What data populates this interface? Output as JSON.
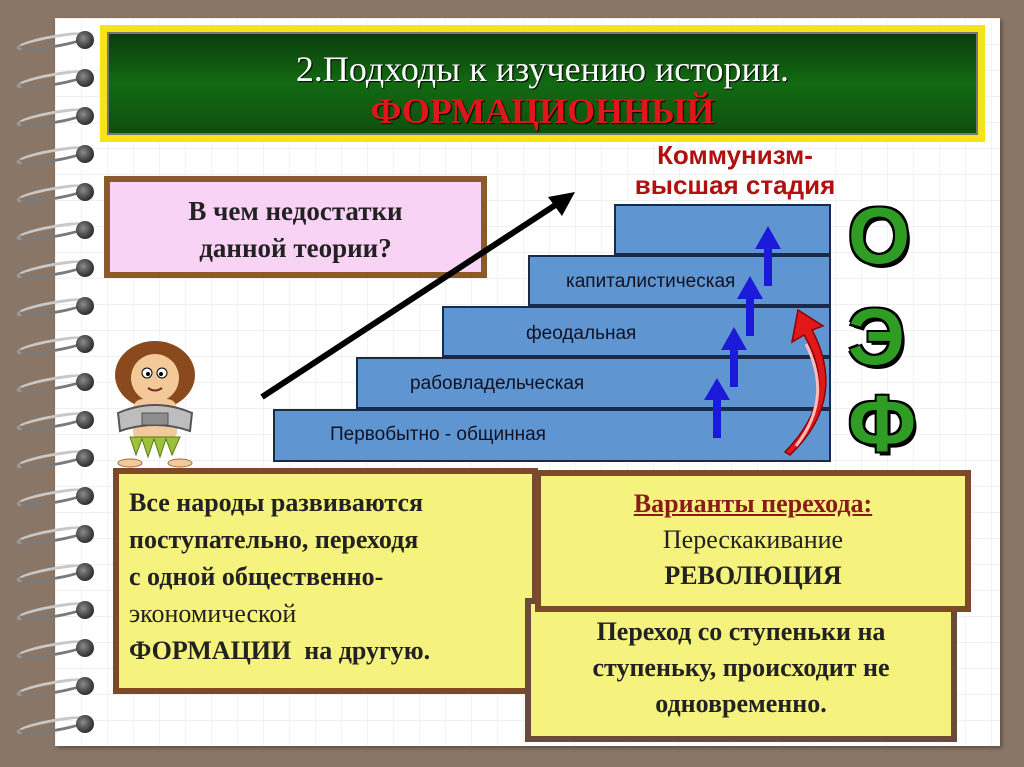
{
  "title": {
    "line1": "2.Подходы к изучению истории.",
    "line2": "ФОРМАЦИОННЫЙ"
  },
  "communism_label": {
    "line1": "Коммунизм-",
    "line2": "высшая стадия"
  },
  "question": {
    "line1": "В чем недостатки",
    "line2": "данной теории?"
  },
  "stairs": [
    {
      "label": "Первобытно - общинная"
    },
    {
      "label": "рабовладельческая"
    },
    {
      "label": "феодальная"
    },
    {
      "label": "капиталистическая"
    },
    {
      "label": ""
    }
  ],
  "oef_letters": [
    "О",
    "Э",
    "Ф"
  ],
  "left_box": {
    "line1": "Все народы развиваются",
    "line2": "поступательно, переходя",
    "line3": "с одной общественно-",
    "line4": "экономической",
    "line5_caps": "ФОРМАЦИИ",
    "line5_rest": "  на другую."
  },
  "variants_box": {
    "heading": "Варианты перехода:",
    "item1": "Перескакивание",
    "item2": "РЕВОЛЮЦИЯ"
  },
  "transition_box": {
    "line1": "Переход со ступеньки на",
    "line2": "ступеньку, происходит не",
    "line3": "одновременно."
  },
  "colors": {
    "title_frame": "#f4e419",
    "title_bg": "#126a12",
    "title_accent": "#e0161a",
    "stairs": "#5f96d2",
    "oef": "#2f9d24",
    "box_fill": "#f5f37e",
    "question_fill": "#f9d3f6",
    "arrows": "#1a1ad8"
  },
  "icons": [
    "spiral-binding-icon",
    "caveman-with-wheel-icon",
    "growth-arrow-icon",
    "up-arrow-icon",
    "curved-revolution-arrow-icon"
  ]
}
